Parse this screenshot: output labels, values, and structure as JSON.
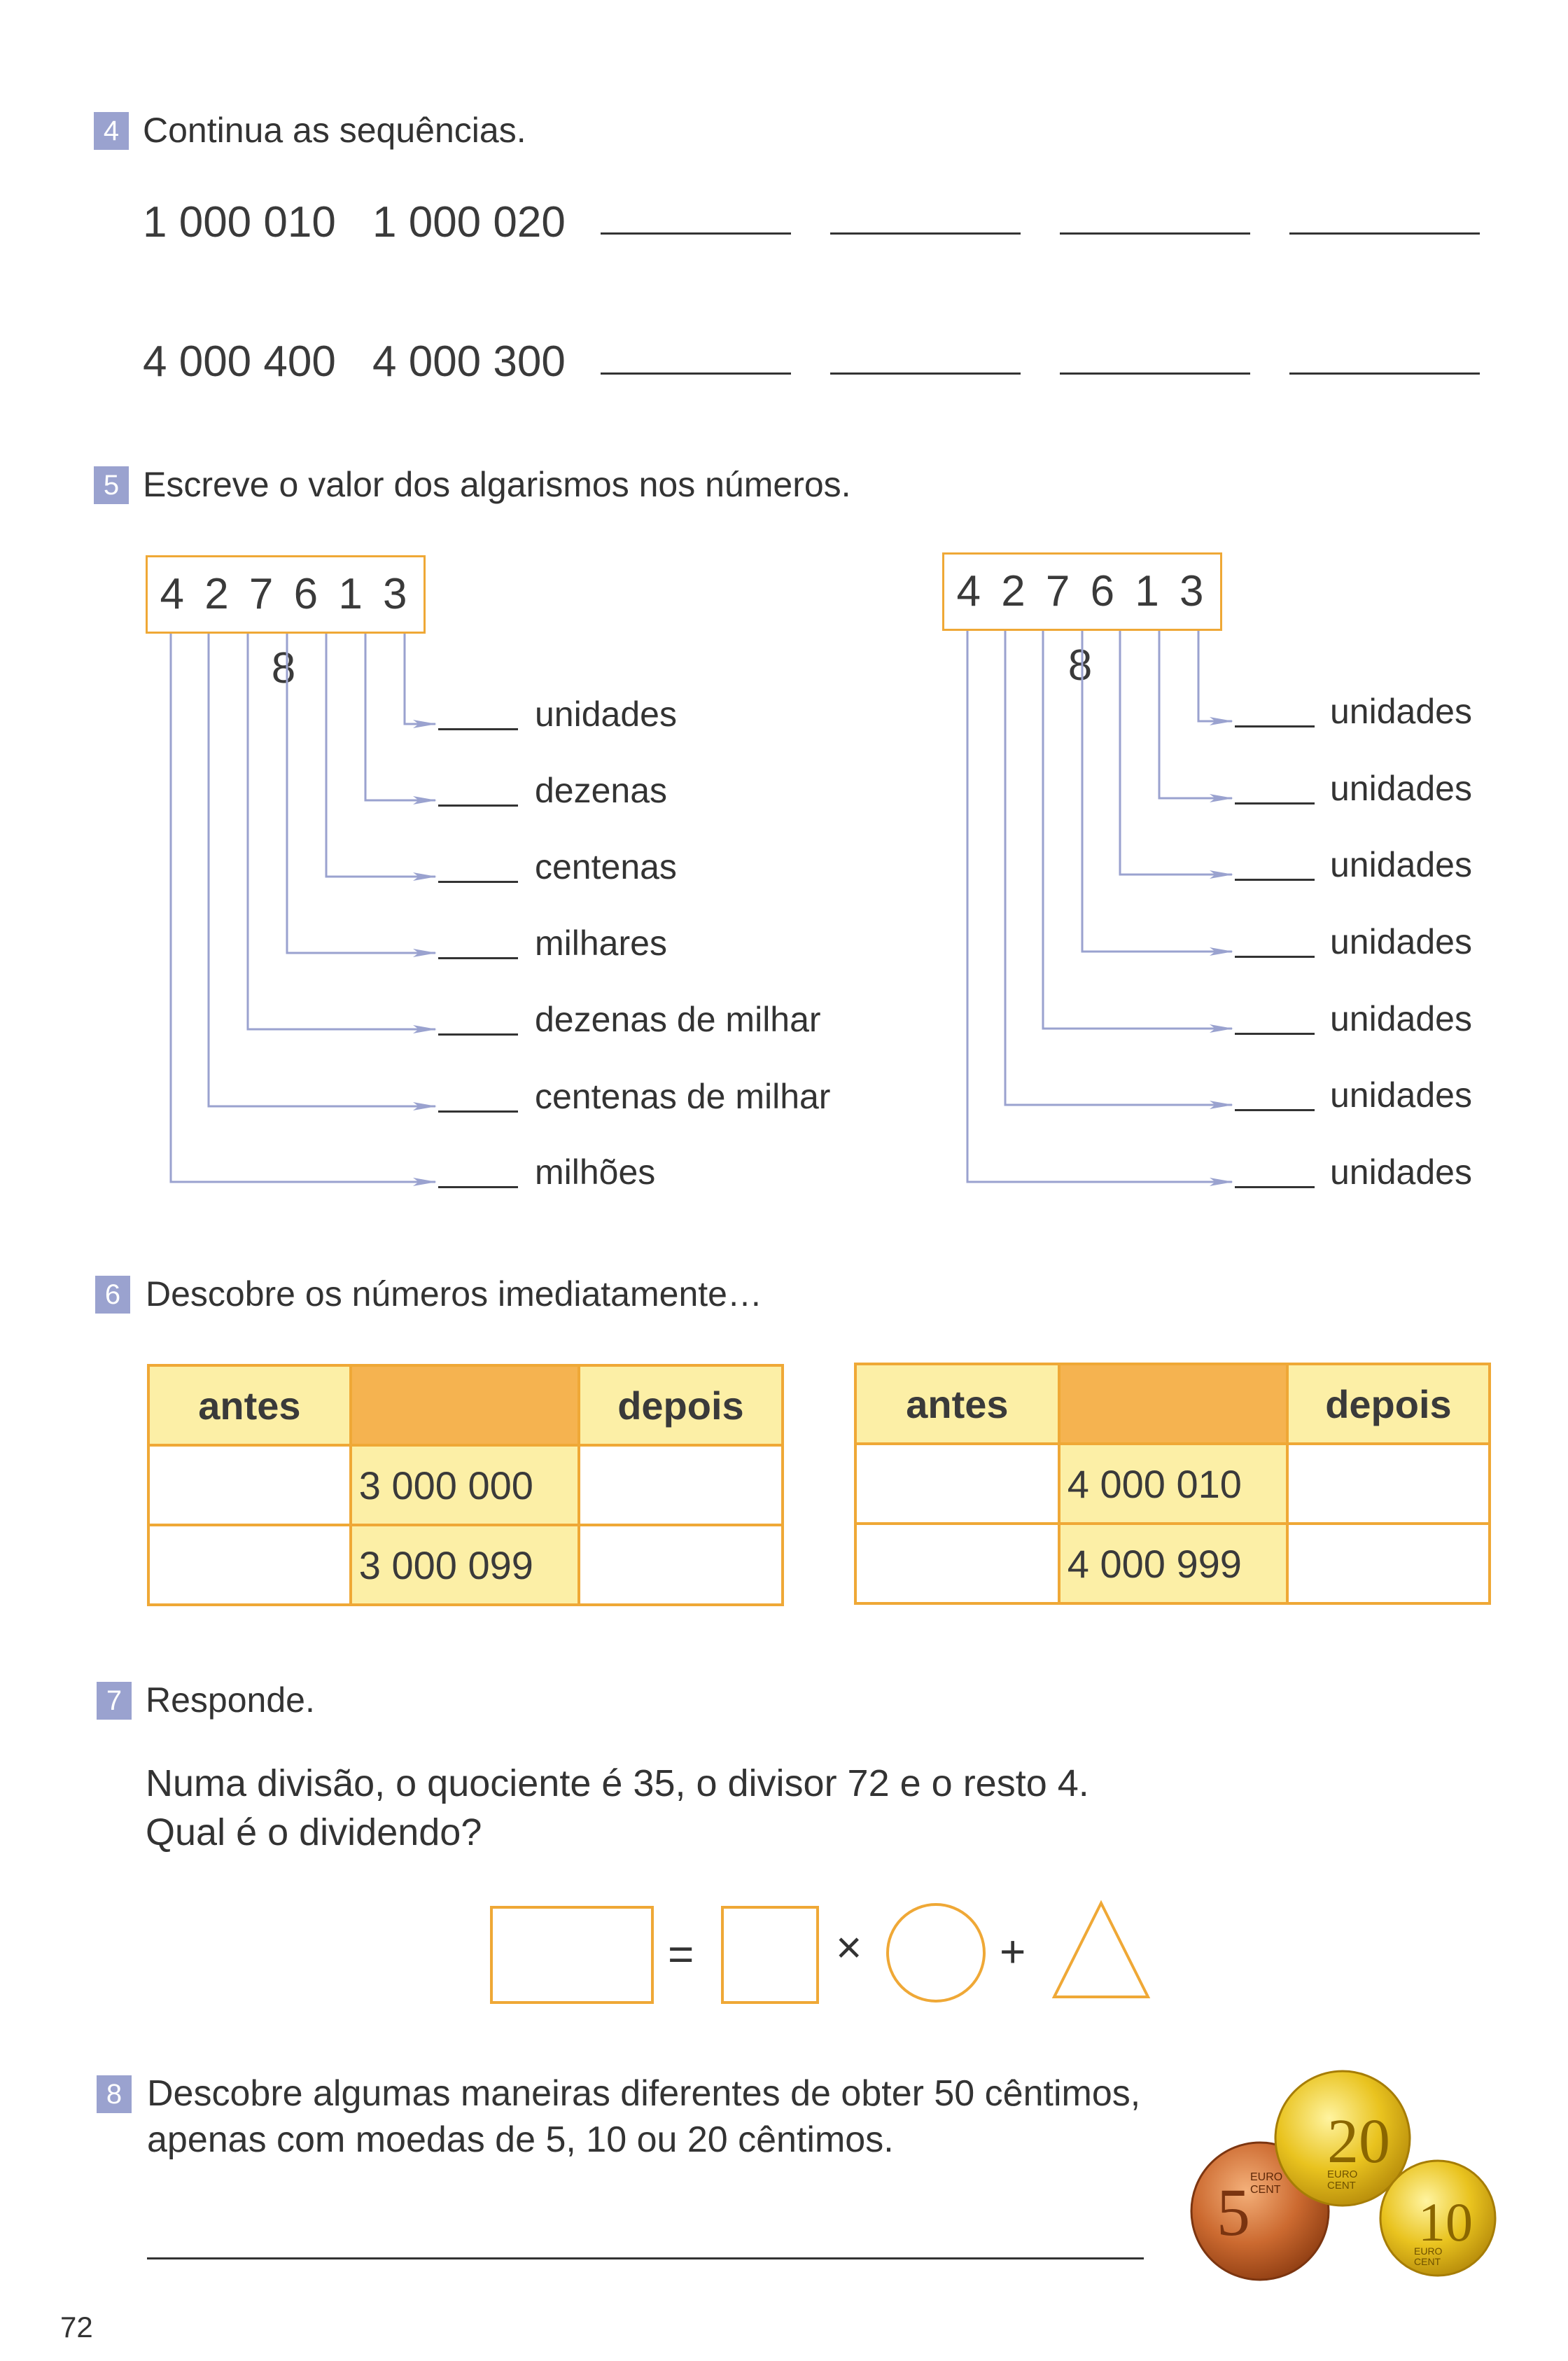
{
  "q4": {
    "badge": "4",
    "prompt": "Continua as sequências.",
    "row1": [
      "1 000 010",
      "1 000 020"
    ],
    "row2": [
      "4 000 400",
      "4 000 300"
    ]
  },
  "q5": {
    "badge": "5",
    "prompt": "Escreve o valor dos algarismos nos números.",
    "left_number": "4 2 7 6 1 3 8",
    "right_number": "4 2 7 6 1 3 8",
    "left_labels": [
      "unidades",
      "dezenas",
      "centenas",
      "milhares",
      "dezenas de milhar",
      "centenas de milhar",
      "milhões"
    ],
    "right_labels": [
      "unidades",
      "unidades",
      "unidades",
      "unidades",
      "unidades",
      "unidades",
      "unidades"
    ]
  },
  "q6": {
    "badge": "6",
    "prompt": "Descobre os números imediatamente…",
    "before": "antes",
    "after": "depois",
    "left_values": [
      "3 000 000",
      "3 000 099"
    ],
    "right_values": [
      "4 000 010",
      "4 000 999"
    ]
  },
  "q7": {
    "badge": "7",
    "prompt": "Responde.",
    "line1": "Numa divisão, o quociente é 35, o divisor 72 e o resto 4.",
    "line2": "Qual é o dividendo?",
    "eq": "=",
    "times": "×",
    "plus": "+"
  },
  "q8": {
    "badge": "8",
    "line1": "Descobre algumas maneiras diferentes de obter 50 cêntimos,",
    "line2": "apenas com moedas de 5, 10 ou 20 cêntimos.",
    "coins": [
      "5",
      "20",
      "10"
    ],
    "coin_text": [
      "EURO",
      "CENT"
    ]
  },
  "page_number": "72"
}
